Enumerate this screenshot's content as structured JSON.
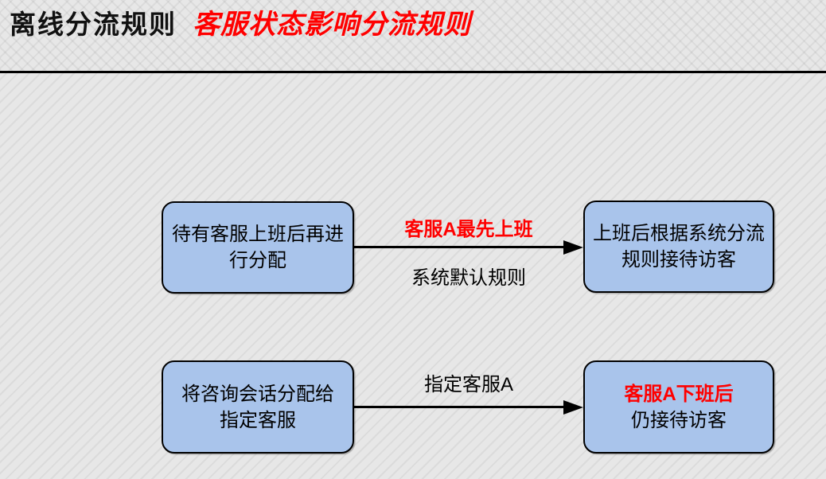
{
  "page": {
    "title": "离线分流规则",
    "subtitle": "客服状态影响分流规则"
  },
  "colors": {
    "accent_red": "#ff0000",
    "box_fill": "#a9c4eb",
    "box_border": "#000000",
    "line_color": "#000000",
    "background": "#e7e7e7",
    "text": "#000000"
  },
  "flow_top": {
    "source_line1": "待有客服上班后再进",
    "source_line2": "行分配",
    "arrow_label_above": "客服A最先上班",
    "arrow_label_below": "系统默认规则",
    "target_line1": "上班后根据系统分流",
    "target_line2": "规则接待访客"
  },
  "flow_bottom": {
    "source_line1": "将咨询会话分配给",
    "source_line2": "指定客服",
    "arrow_label_above": "指定客服A",
    "target_line1": "客服A下班后",
    "target_line2": "仍接待访客"
  }
}
